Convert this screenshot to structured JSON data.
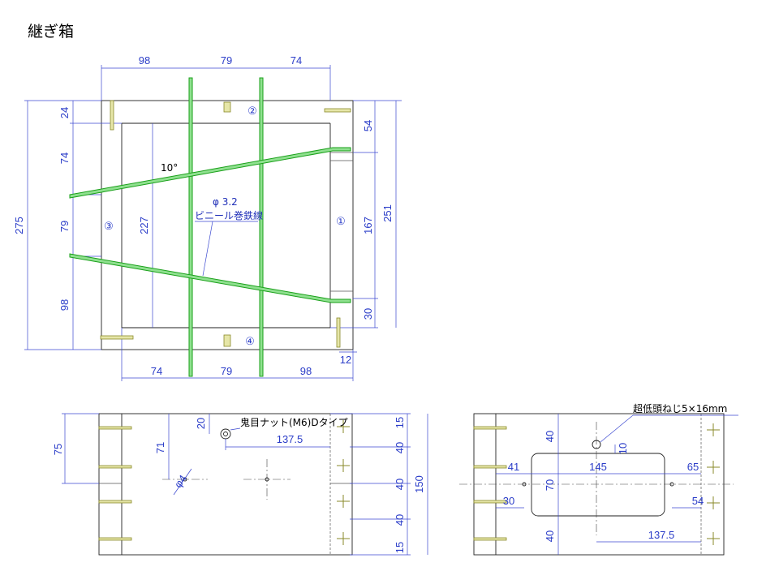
{
  "title": "継ぎ箱",
  "top_view": {
    "dims_top": [
      "98",
      "79",
      "74"
    ],
    "dims_bottom": [
      "74",
      "79",
      "98"
    ],
    "dims_left_outer": "275",
    "dims_left_inner": [
      "24",
      "74",
      "79",
      "98"
    ],
    "dims_center": "227",
    "dims_right_inner": [
      "54",
      "167",
      "30"
    ],
    "dims_right_outer": "251",
    "dim_12": "12",
    "angle": "10°",
    "wire_label_1": "φ 3.2",
    "wire_label_2": "ビニール巻鉄線",
    "circle_labels": [
      "①",
      "②",
      "③",
      "④"
    ]
  },
  "side_view_1": {
    "dim_75": "75",
    "dim_71": "71",
    "dim_20": "20",
    "dim_1375": "137.5",
    "dim_phi4": "φ4",
    "nut_label": "鬼目ナット(M6)Dタイプ",
    "dims_right": [
      "15",
      "40",
      "40",
      "40",
      "15"
    ],
    "dim_150": "150"
  },
  "side_view_2": {
    "screw_label": "超低頭ねじ5×16mm",
    "dim_40a": "40",
    "dim_10": "10",
    "dim_41": "41",
    "dim_145": "145",
    "dim_65": "65",
    "dim_70": "70",
    "dim_30": "30",
    "dim_54": "54",
    "dim_40b": "40",
    "dim_1375": "137.5"
  }
}
